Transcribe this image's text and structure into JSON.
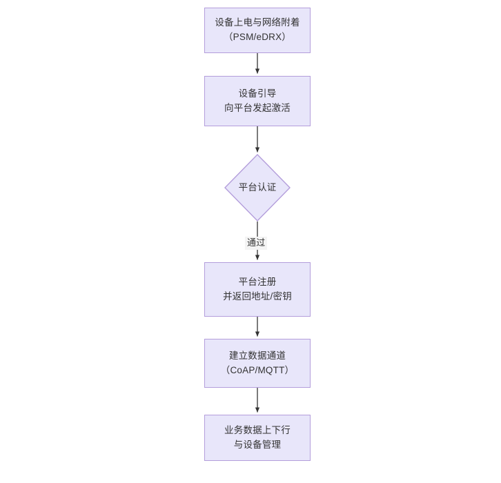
{
  "diagram": {
    "type": "flowchart",
    "orientation": "top-to-bottom",
    "background_color": "#ffffff",
    "node_fill_color": "#e8e6fa",
    "node_border_color": "#b39ddb",
    "text_color": "#333333",
    "edge_color": "#333333",
    "edge_label_background": "#f4f4f4",
    "nodes": [
      {
        "id": "power-on",
        "shape": "rectangle",
        "lines": [
          "设备上电与网络附着",
          "（PSM/eDRX）"
        ]
      },
      {
        "id": "bootstrap",
        "shape": "rectangle",
        "lines": [
          "设备引导",
          "向平台发起激活"
        ]
      },
      {
        "id": "platform-auth",
        "shape": "diamond",
        "lines": [
          "平台认证"
        ]
      },
      {
        "id": "platform-register",
        "shape": "rectangle",
        "lines": [
          "平台注册",
          "并返回地址/密钥"
        ]
      },
      {
        "id": "data-channel",
        "shape": "rectangle",
        "lines": [
          "建立数据通道",
          "（CoAP/MQTT）"
        ]
      },
      {
        "id": "service-data",
        "shape": "rectangle",
        "lines": [
          "业务数据上下行",
          "与设备管理"
        ]
      }
    ],
    "edges": [
      {
        "from": "power-on",
        "to": "bootstrap",
        "label": ""
      },
      {
        "from": "bootstrap",
        "to": "platform-auth",
        "label": ""
      },
      {
        "from": "platform-auth",
        "to": "platform-register",
        "label": "通过"
      },
      {
        "from": "platform-register",
        "to": "data-channel",
        "label": ""
      },
      {
        "from": "data-channel",
        "to": "service-data",
        "label": ""
      }
    ]
  }
}
